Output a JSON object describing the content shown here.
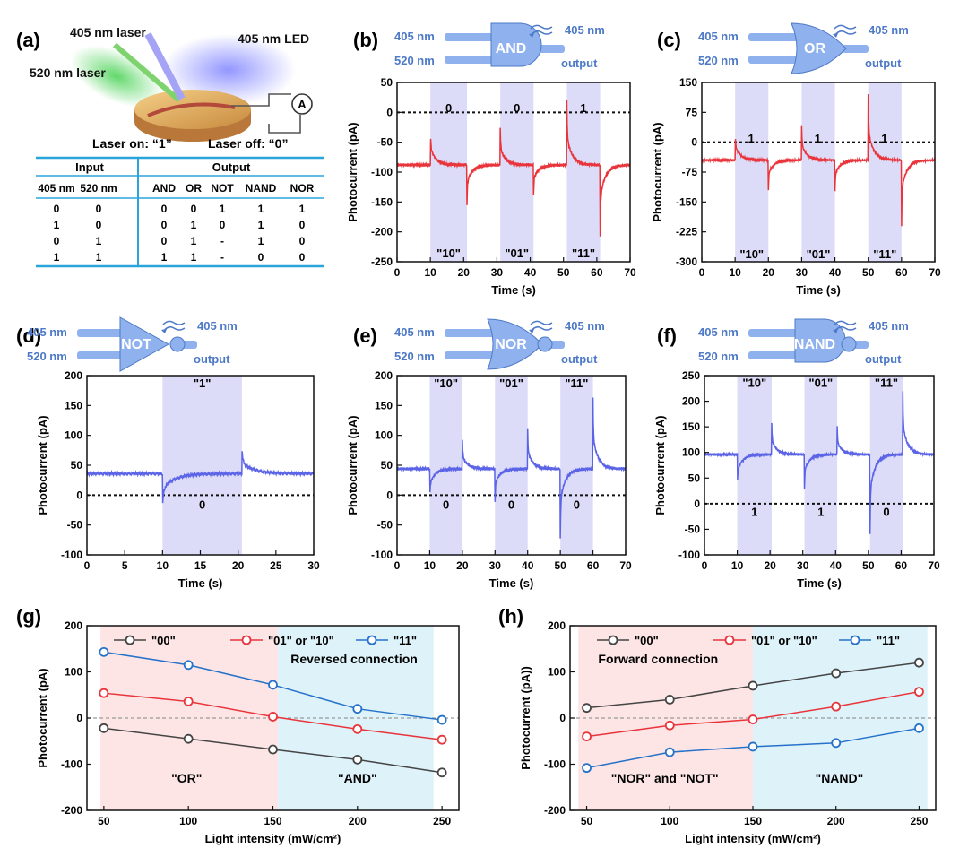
{
  "colors": {
    "red": "#e8343a",
    "blue": "#5b63e6",
    "gate": "#8fb2ee",
    "gateDark": "#4d79c7",
    "band": "#dcdcf8",
    "tableLine": "#2aa5dc",
    "pinkZone": "#fde5e6",
    "cyanZone": "#def2fa"
  },
  "panel_labels": [
    "(a)",
    "(b)",
    "(c)",
    "(d)",
    "(e)",
    "(f)",
    "(g)",
    "(h)"
  ],
  "panel_a": {
    "laser405": "405 nm laser",
    "laser520": "520 nm laser",
    "led": "405 nm LED",
    "meter": "A",
    "legend_on": "Laser on: “1”",
    "legend_off": "Laser off: “0”",
    "table": {
      "group_input": "Input",
      "group_output": "Output",
      "headers": [
        "405 nm",
        "520 nm",
        "AND",
        "OR",
        "NOT",
        "NAND",
        "NOR"
      ],
      "rows": [
        [
          "0",
          "0",
          "0",
          "0",
          "1",
          "1",
          "1"
        ],
        [
          "1",
          "0",
          "0",
          "1",
          "0",
          "1",
          "0"
        ],
        [
          "0",
          "1",
          "0",
          "1",
          "-",
          "1",
          "0"
        ],
        [
          "1",
          "1",
          "1",
          "1",
          "-",
          "0",
          "0"
        ]
      ]
    }
  },
  "gates": [
    {
      "panel": "b",
      "name": "AND",
      "in1": "405 nm",
      "in2": "520 nm",
      "light": "405 nm",
      "out": "output"
    },
    {
      "panel": "c",
      "name": "OR",
      "in1": "405 nm",
      "in2": "520 nm",
      "light": "405 nm",
      "out": "output"
    },
    {
      "panel": "d",
      "name": "NOT",
      "in1": "405 nm",
      "in2": "520 nm",
      "light": "405 nm",
      "out": "output"
    },
    {
      "panel": "e",
      "name": "NOR",
      "in1": "405 nm",
      "in2": "520 nm",
      "light": "405 nm",
      "out": "output"
    },
    {
      "panel": "f",
      "name": "NAND",
      "in1": "405 nm",
      "in2": "520 nm",
      "light": "405 nm",
      "out": "output"
    }
  ],
  "chart_data": [
    {
      "panel": "b",
      "type": "line",
      "xlabel": "Time (s)",
      "ylabel": "Photocurrent (pA)",
      "xlim": [
        0,
        70
      ],
      "ylim": [
        -250,
        50
      ],
      "xticks": [
        0,
        10,
        20,
        30,
        40,
        50,
        60,
        70
      ],
      "yticks": [
        -250,
        -200,
        -150,
        -100,
        -50,
        0,
        50
      ],
      "baseline": -88,
      "bands": [
        {
          "x": [
            10,
            21
          ],
          "label": "\"10\"",
          "logic": "0"
        },
        {
          "x": [
            31,
            41
          ],
          "label": "\"01\"",
          "logic": "0"
        },
        {
          "x": [
            51,
            61
          ],
          "label": "\"11\"",
          "logic": "1"
        }
      ],
      "band_label_y": -235,
      "logic_y": 8,
      "events": [
        {
          "t": 10,
          "peak": -22
        },
        {
          "t": 21,
          "peak": -155
        },
        {
          "t": 31,
          "peak": -25
        },
        {
          "t": 41,
          "peak": -138
        },
        {
          "t": 51,
          "peak": 18
        },
        {
          "t": 61,
          "peak": -210
        }
      ],
      "series": [
        {
          "color": "#e8343a"
        }
      ]
    },
    {
      "panel": "c",
      "type": "line",
      "xlabel": "Time (s)",
      "ylabel": "Photocurrent (pA)",
      "xlim": [
        0,
        70
      ],
      "ylim": [
        -300,
        150
      ],
      "xticks": [
        0,
        10,
        20,
        30,
        40,
        50,
        60,
        70
      ],
      "yticks": [
        -300,
        -225,
        -150,
        -75,
        0,
        75,
        150
      ],
      "baseline": -45,
      "bands": [
        {
          "x": [
            10,
            20
          ],
          "label": "\"10\"",
          "logic": "1"
        },
        {
          "x": [
            30,
            40
          ],
          "label": "\"01\"",
          "logic": "1"
        },
        {
          "x": [
            50,
            60
          ],
          "label": "\"11\"",
          "logic": "1"
        }
      ],
      "band_label_y": -280,
      "logic_y": 10,
      "events": [
        {
          "t": 10,
          "peak": 35
        },
        {
          "t": 20,
          "peak": -120
        },
        {
          "t": 30,
          "peak": 42
        },
        {
          "t": 40,
          "peak": -125
        },
        {
          "t": 50,
          "peak": 118
        },
        {
          "t": 60,
          "peak": -212
        }
      ],
      "series": [
        {
          "color": "#e8343a"
        }
      ]
    },
    {
      "panel": "d",
      "type": "line",
      "xlabel": "Time (s)",
      "ylabel": "Photocurrent (pA)",
      "xlim": [
        0,
        30
      ],
      "ylim": [
        -100,
        200
      ],
      "xticks": [
        0,
        5,
        10,
        15,
        20,
        25,
        30
      ],
      "yticks": [
        -100,
        -50,
        0,
        50,
        100,
        150,
        200
      ],
      "baseline": 36,
      "bands": [
        {
          "x": [
            10,
            20.5
          ],
          "label": "\"1\"",
          "logic": "0"
        }
      ],
      "band_label_y": 188,
      "logic_y": -15,
      "events": [
        {
          "t": 10,
          "peak": -22
        },
        {
          "t": 20.5,
          "peak": 78
        }
      ],
      "series": [
        {
          "color": "#5b63e6"
        }
      ]
    },
    {
      "panel": "e",
      "type": "line",
      "xlabel": "Time (s)",
      "ylabel": "Photocurrent (pA)",
      "xlim": [
        0,
        70
      ],
      "ylim": [
        -100,
        200
      ],
      "xticks": [
        0,
        10,
        20,
        30,
        40,
        50,
        60,
        70
      ],
      "yticks": [
        -100,
        -50,
        0,
        50,
        100,
        150,
        200
      ],
      "baseline": 44,
      "bands": [
        {
          "x": [
            10,
            20
          ],
          "label": "\"10\"",
          "logic": "0"
        },
        {
          "x": [
            30,
            40
          ],
          "label": "\"01\"",
          "logic": "0"
        },
        {
          "x": [
            50,
            60
          ],
          "label": "\"11\"",
          "logic": "0"
        }
      ],
      "band_label_y": 188,
      "logic_y": -15,
      "events": [
        {
          "t": 10,
          "peak": -15
        },
        {
          "t": 20,
          "peak": 93
        },
        {
          "t": 30,
          "peak": -12
        },
        {
          "t": 40,
          "peak": 110
        },
        {
          "t": 50,
          "peak": -75
        },
        {
          "t": 60,
          "peak": 162
        }
      ],
      "series": [
        {
          "color": "#5b63e6"
        }
      ]
    },
    {
      "panel": "f",
      "type": "line",
      "xlabel": "Time (s)",
      "ylabel": "Photocurrent (pA)",
      "xlim": [
        0,
        70
      ],
      "ylim": [
        -100,
        250
      ],
      "xticks": [
        0,
        10,
        20,
        30,
        40,
        50,
        60,
        70
      ],
      "yticks": [
        -100,
        -50,
        0,
        50,
        100,
        150,
        200,
        250
      ],
      "baseline": 96,
      "bands": [
        {
          "x": [
            10,
            20.5
          ],
          "label": "\"10\"",
          "logic": "1"
        },
        {
          "x": [
            30.5,
            40.5
          ],
          "label": "\"01\"",
          "logic": "1"
        },
        {
          "x": [
            50.5,
            60.5
          ],
          "label": "\"11\"",
          "logic": "0"
        }
      ],
      "band_label_y": 237,
      "logic_y": -15,
      "events": [
        {
          "t": 10,
          "peak": 22
        },
        {
          "t": 20.5,
          "peak": 158
        },
        {
          "t": 30.5,
          "peak": 28
        },
        {
          "t": 40.5,
          "peak": 150
        },
        {
          "t": 50.5,
          "peak": -62
        },
        {
          "t": 60.5,
          "peak": 218
        }
      ],
      "series": [
        {
          "color": "#5b63e6"
        }
      ]
    },
    {
      "panel": "g",
      "type": "line",
      "xlabel": "Light intensity (mW/cm²)",
      "ylabel": "Photocurrent (pA)",
      "xlim": [
        40,
        260
      ],
      "ylim": [
        -200,
        200
      ],
      "xticks": [
        50,
        100,
        150,
        200,
        250
      ],
      "yticks": [
        -200,
        -100,
        0,
        100,
        200
      ],
      "zones": [
        {
          "x": [
            48,
            153
          ],
          "color": "pink"
        },
        {
          "x": [
            153,
            245
          ],
          "color": "cyan"
        }
      ],
      "annotations": [
        {
          "text": "Reversed connection",
          "x": 198,
          "y": 118
        },
        {
          "text": "\"OR\"",
          "x": 99,
          "y": -140
        },
        {
          "text": "\"AND\"",
          "x": 200,
          "y": -140
        }
      ],
      "x": [
        50,
        100,
        150,
        200,
        250
      ],
      "series": [
        {
          "name": "\"00\"",
          "color": "#444444",
          "values": [
            -22,
            -45,
            -68,
            -90,
            -118
          ]
        },
        {
          "name": "\"01\" or \"10\"",
          "color": "#e8343a",
          "values": [
            54,
            36,
            3,
            -24,
            -47
          ]
        },
        {
          "name": "\"11\"",
          "color": "#2672c9",
          "values": [
            143,
            115,
            72,
            20,
            -4
          ]
        }
      ]
    },
    {
      "panel": "h",
      "type": "line",
      "xlabel": "Light intensity (mW/cm²)",
      "ylabel": "Photocurrent (pA))",
      "xlim": [
        40,
        260
      ],
      "ylim": [
        -200,
        200
      ],
      "xticks": [
        50,
        100,
        150,
        200,
        250
      ],
      "yticks": [
        -200,
        -100,
        0,
        100,
        200
      ],
      "zones": [
        {
          "x": [
            45,
            150
          ],
          "color": "pink"
        },
        {
          "x": [
            150,
            255
          ],
          "color": "cyan"
        }
      ],
      "annotations": [
        {
          "text": "Forward connection",
          "x": 93,
          "y": 118
        },
        {
          "text": "\"NOR\" and \"NOT\"",
          "x": 97,
          "y": -140
        },
        {
          "text": "\"NAND\"",
          "x": 202,
          "y": -140
        }
      ],
      "x": [
        50,
        100,
        150,
        200,
        250
      ],
      "series": [
        {
          "name": "\"00\"",
          "color": "#444444",
          "values": [
            22,
            40,
            70,
            97,
            120
          ]
        },
        {
          "name": "\"01\" or \"10\"",
          "color": "#e8343a",
          "values": [
            -40,
            -16,
            -3,
            25,
            57
          ]
        },
        {
          "name": "\"11\"",
          "color": "#2672c9",
          "values": [
            -108,
            -74,
            -62,
            -54,
            -22
          ]
        }
      ]
    }
  ]
}
